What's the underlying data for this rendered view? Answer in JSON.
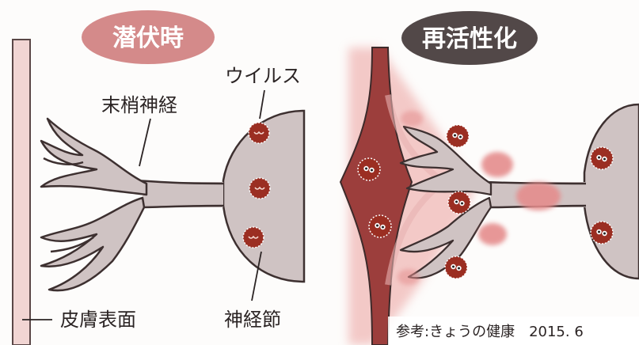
{
  "left_panel": {
    "badge": "潜伏時",
    "label_virus": "ウイルス",
    "label_nerve": "末梢神経",
    "label_skin": "皮膚表面",
    "label_ganglion": "神経節"
  },
  "right_panel": {
    "badge": "再活性化"
  },
  "source": "参考:きょうの健康　2015. 6",
  "colors": {
    "latent_badge": "#d48a8a",
    "reactivation_badge": "#524848",
    "skin_left": "#f1d5d3",
    "skin_right": "#9c3e3c",
    "nerve_fill": "#cfc3c3",
    "virus": "#9b2e22",
    "inflammation": "#e58d8d"
  },
  "icons": [
    "virus-icon"
  ]
}
